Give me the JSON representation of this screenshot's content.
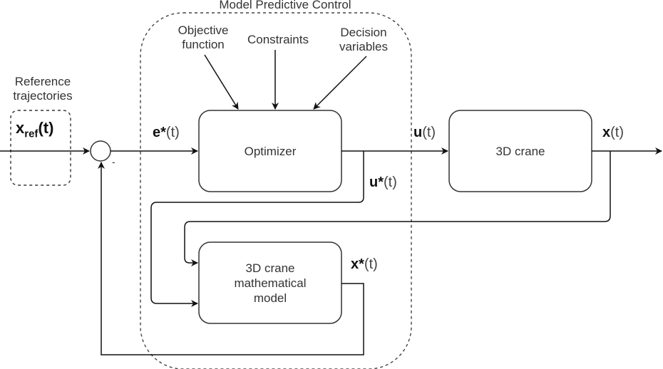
{
  "mpc": {
    "title": "Model Predictive Control"
  },
  "inputs": {
    "objective": "Objective\nfunction",
    "objective_l1": "Objective",
    "objective_l2": "function",
    "constraints": "Constraints",
    "decision_l1": "Decision",
    "decision_l2": "variables"
  },
  "reference": {
    "label_l1": "Reference",
    "label_l2": "trajectories",
    "symbol_main": "x",
    "symbol_sub": "ref",
    "symbol_arg": "(t)"
  },
  "summing_junction": {
    "minus_sign": "-"
  },
  "blocks": {
    "optimizer": "Optimizer",
    "plant": "3D crane",
    "model_l1": "3D crane",
    "model_l2": "mathematical",
    "model_l3": "model"
  },
  "signals": {
    "error": {
      "bold": "e*",
      "arg": "(t)"
    },
    "control": {
      "bold": "u",
      "arg": "(t)"
    },
    "control_opt": {
      "bold": "u*",
      "arg": "(t)"
    },
    "state": {
      "bold": "x",
      "arg": "(t)"
    },
    "state_model": {
      "bold": "x*",
      "arg": "(t)"
    }
  }
}
